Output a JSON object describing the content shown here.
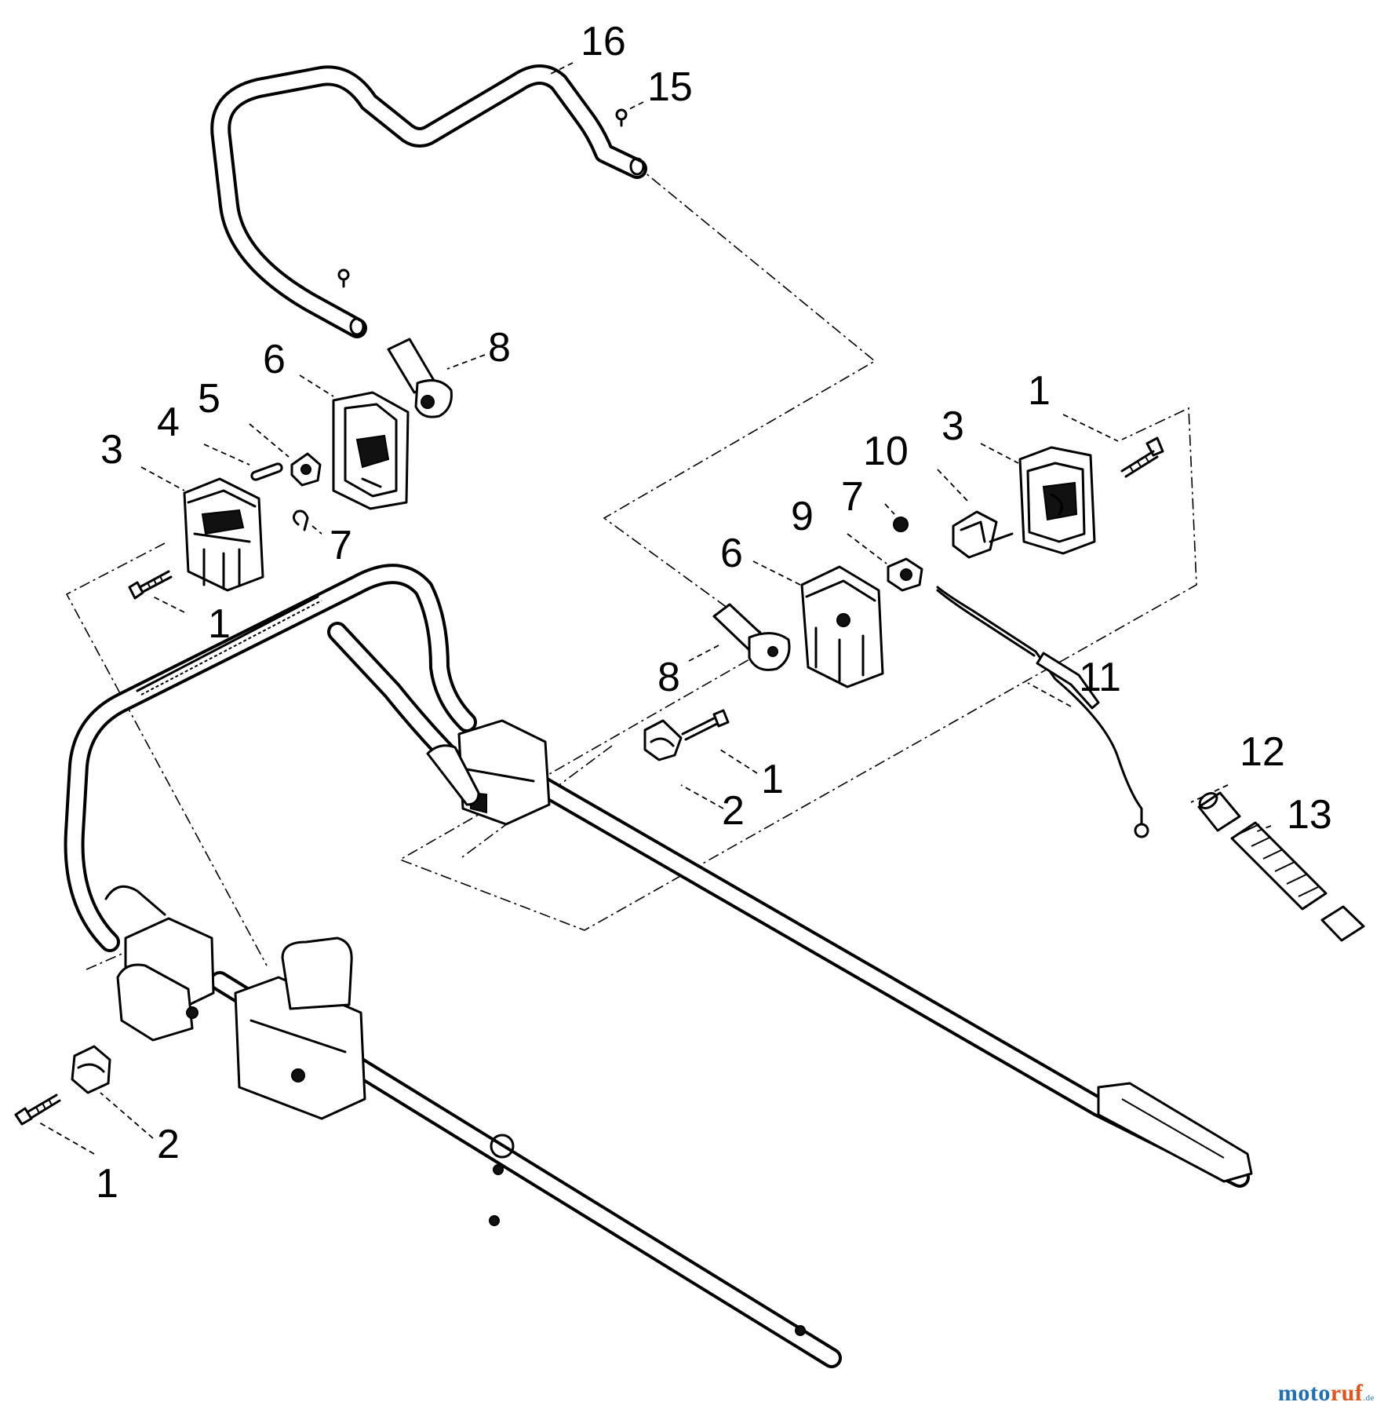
{
  "diagram": {
    "callouts": {
      "c16": "16",
      "c15": "15",
      "c8a": "8",
      "c6a": "6",
      "c5": "5",
      "c4": "4",
      "c3a": "3",
      "c7a": "7",
      "c1a": "1",
      "c1b": "1",
      "c3b": "3",
      "c10": "10",
      "c7b": "7",
      "c9": "9",
      "c6b": "6",
      "c8b": "8",
      "c11": "11",
      "c1c": "1",
      "c2a": "2",
      "c12": "12",
      "c13": "13",
      "c2b": "2",
      "c1d": "1"
    }
  },
  "watermark": {
    "part1": "moto",
    "part2": "ruf",
    "part3": ".de"
  },
  "colors": {
    "watermark_blue": "#1f6fb5",
    "watermark_orange": "#e2541a"
  }
}
